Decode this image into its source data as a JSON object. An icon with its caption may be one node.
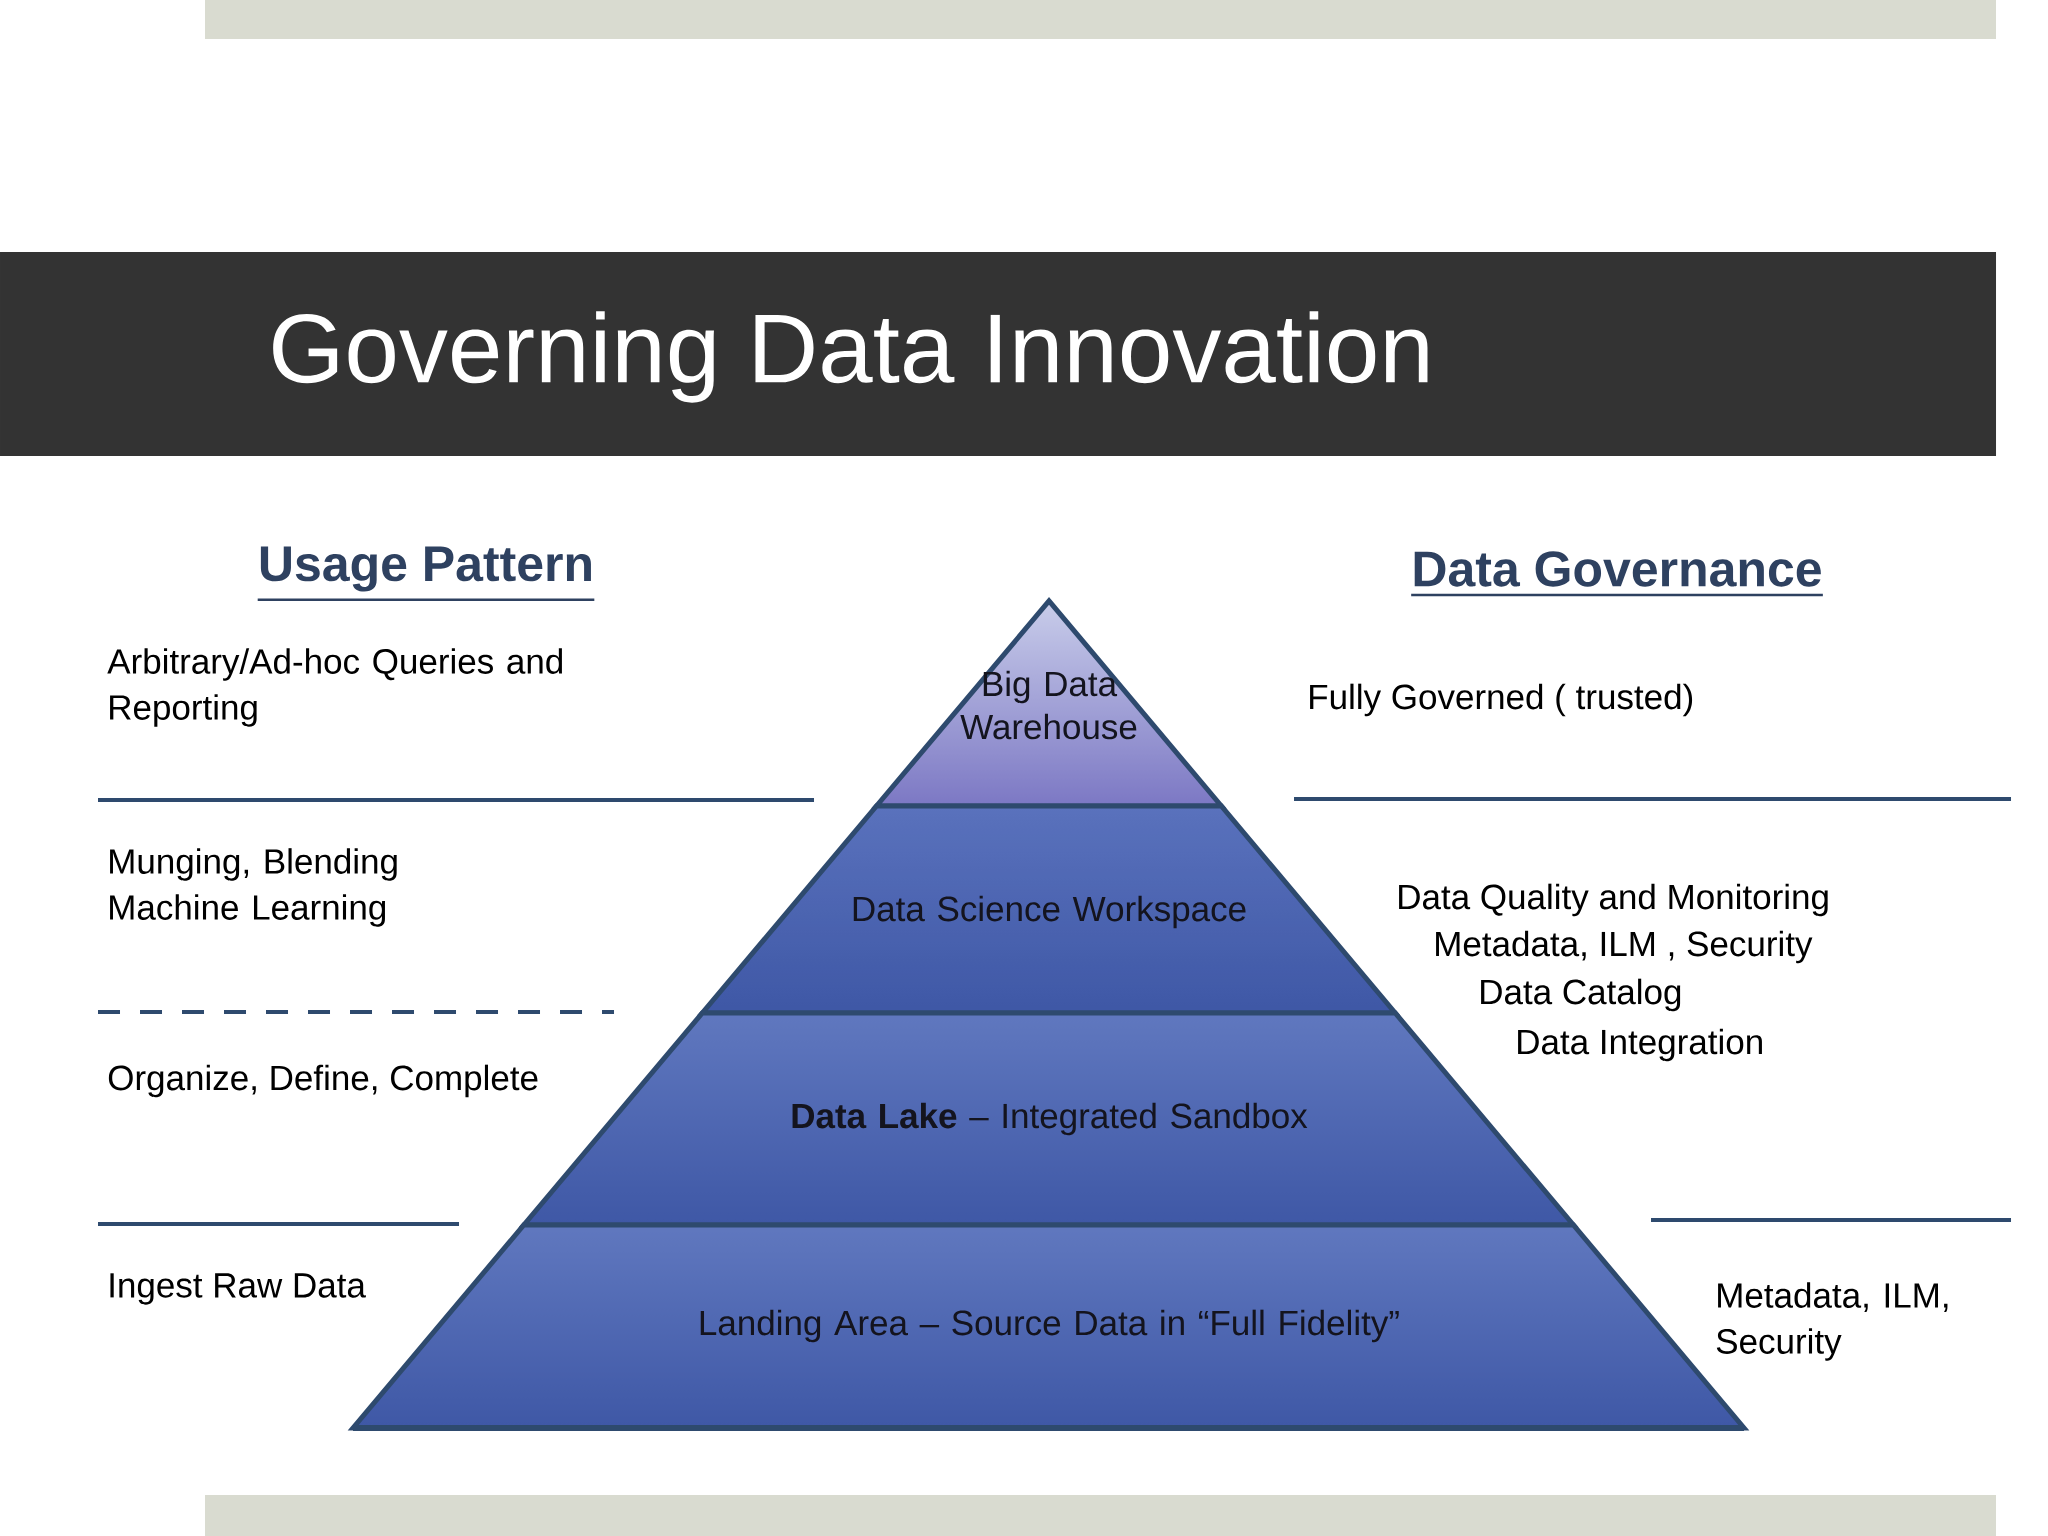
{
  "diagram": {
    "title": "Governing Data Innovation",
    "nodes": [
      {
        "text": [
          "Big Data Warehouse"
        ]
      },
      {
        "text": [
          "Data Science Workspace"
        ]
      },
      {
        "text": [
          "**Data Lake** – Integrated Sandbox"
        ]
      },
      {
        "text": [
          "Landing Area – Source Data in “Full Fidelity”"
        ]
      }
    ],
    "labels": [
      "Usage Pattern",
      "Data Governance",
      "Arbitrary/Ad-hoc  Queries and Reporting",
      "Fully Governed ( trusted)",
      "Munging, Blending Machine Learning",
      "Data Quality and Monitoring",
      "Metadata, ILM , Security",
      "Data Catalog",
      "Data Integration",
      "Organize, Define, Complete",
      "Ingest Raw Data",
      "Metadata, ILM, Security"
    ]
  }
}
